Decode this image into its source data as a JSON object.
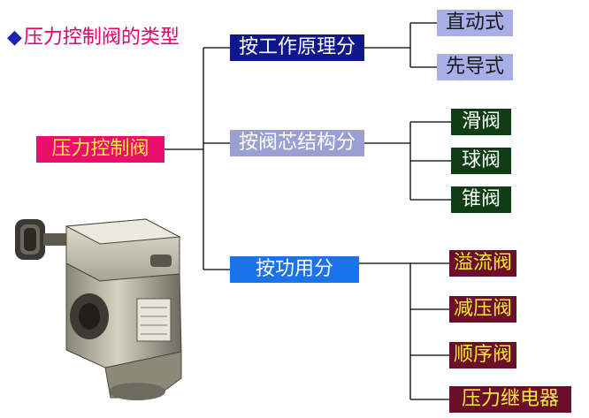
{
  "title": "压力控制阀的类型",
  "bullet": "◆",
  "root": "压力控制阀",
  "categories": [
    {
      "label": "按工作原理分",
      "items": [
        "直动式",
        "先导式"
      ]
    },
    {
      "label": "按阀芯结构分",
      "items": [
        "滑阀",
        "球阀",
        "锥阀"
      ]
    },
    {
      "label": "按功用分",
      "items": [
        "溢流阀",
        "减压阀",
        "顺序阀",
        "压力继电器"
      ]
    }
  ],
  "colors": {
    "title": "#e6006e",
    "root_bg": "#e8106c",
    "root_text": "#ffef3a",
    "cat1_bg": "#10178c",
    "cat2_bg": "#9aa0d4",
    "cat3_bg": "#1a73e8",
    "leaf_lavender": "#a8aee8",
    "leaf_green": "#0f3d14",
    "leaf_maroon": "#6b0f2a"
  }
}
